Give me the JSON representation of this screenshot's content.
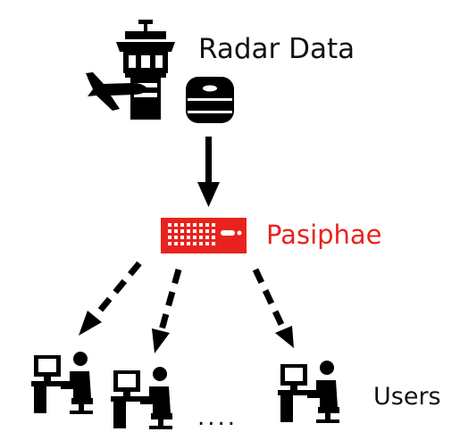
{
  "labels": {
    "radar_data": "Radar Data",
    "pasiphae": "Pasiphae",
    "users": "Users",
    "ellipsis": "...."
  },
  "colors": {
    "pasiphae_red": "#e8231d",
    "ink": "#000000"
  },
  "icons": {
    "tower": "control-tower-icon",
    "airplane": "airplane-icon",
    "database": "database-icon",
    "server": "server-rack-icon",
    "user_station": "user-workstation-icon"
  }
}
